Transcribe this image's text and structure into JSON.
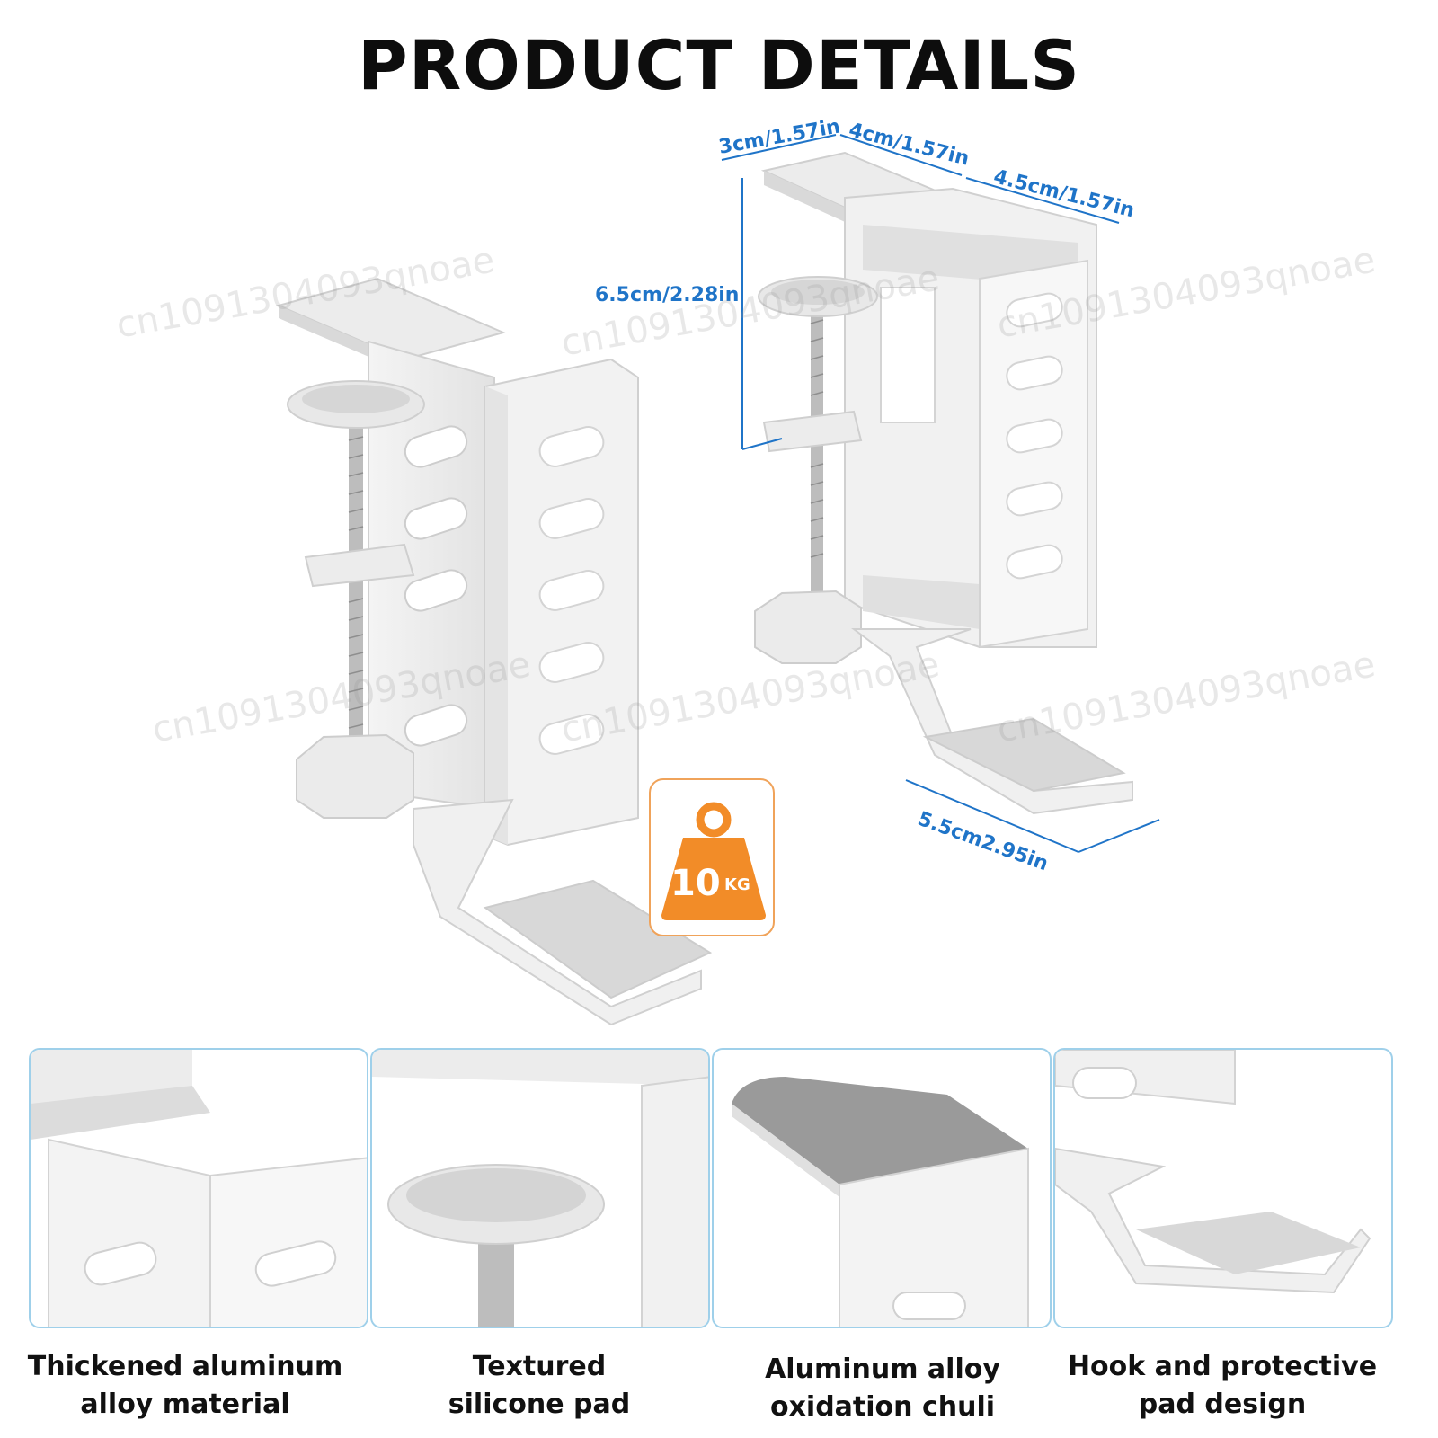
{
  "title": "PRODUCT DETAILS",
  "dimensions": {
    "top_left": "3cm/1.57in",
    "top_middle": "4cm/1.57in",
    "top_right": "4.5cm/1.57in",
    "height": "6.5cm/2.28in",
    "hook": "5.5cm2.95in"
  },
  "badge": {
    "value": "10",
    "unit": "KG",
    "color": "#f28c28"
  },
  "watermark": "cn1091304093qnoae",
  "features": [
    {
      "line1": "Thickened aluminum",
      "line2": "alloy material",
      "icon": "clamp-top-closeup"
    },
    {
      "line1": "Textured",
      "line2": "silicone pad",
      "icon": "screw-pad-closeup"
    },
    {
      "line1": "Aluminum alloy",
      "line2": "oxidation chuli",
      "icon": "textured-pad-closeup"
    },
    {
      "line1": "Hook and protective",
      "line2": "pad design",
      "icon": "hook-closeup"
    }
  ],
  "colors": {
    "accent_blue": "#1f74c8",
    "panel_border": "#9fd0ea"
  }
}
